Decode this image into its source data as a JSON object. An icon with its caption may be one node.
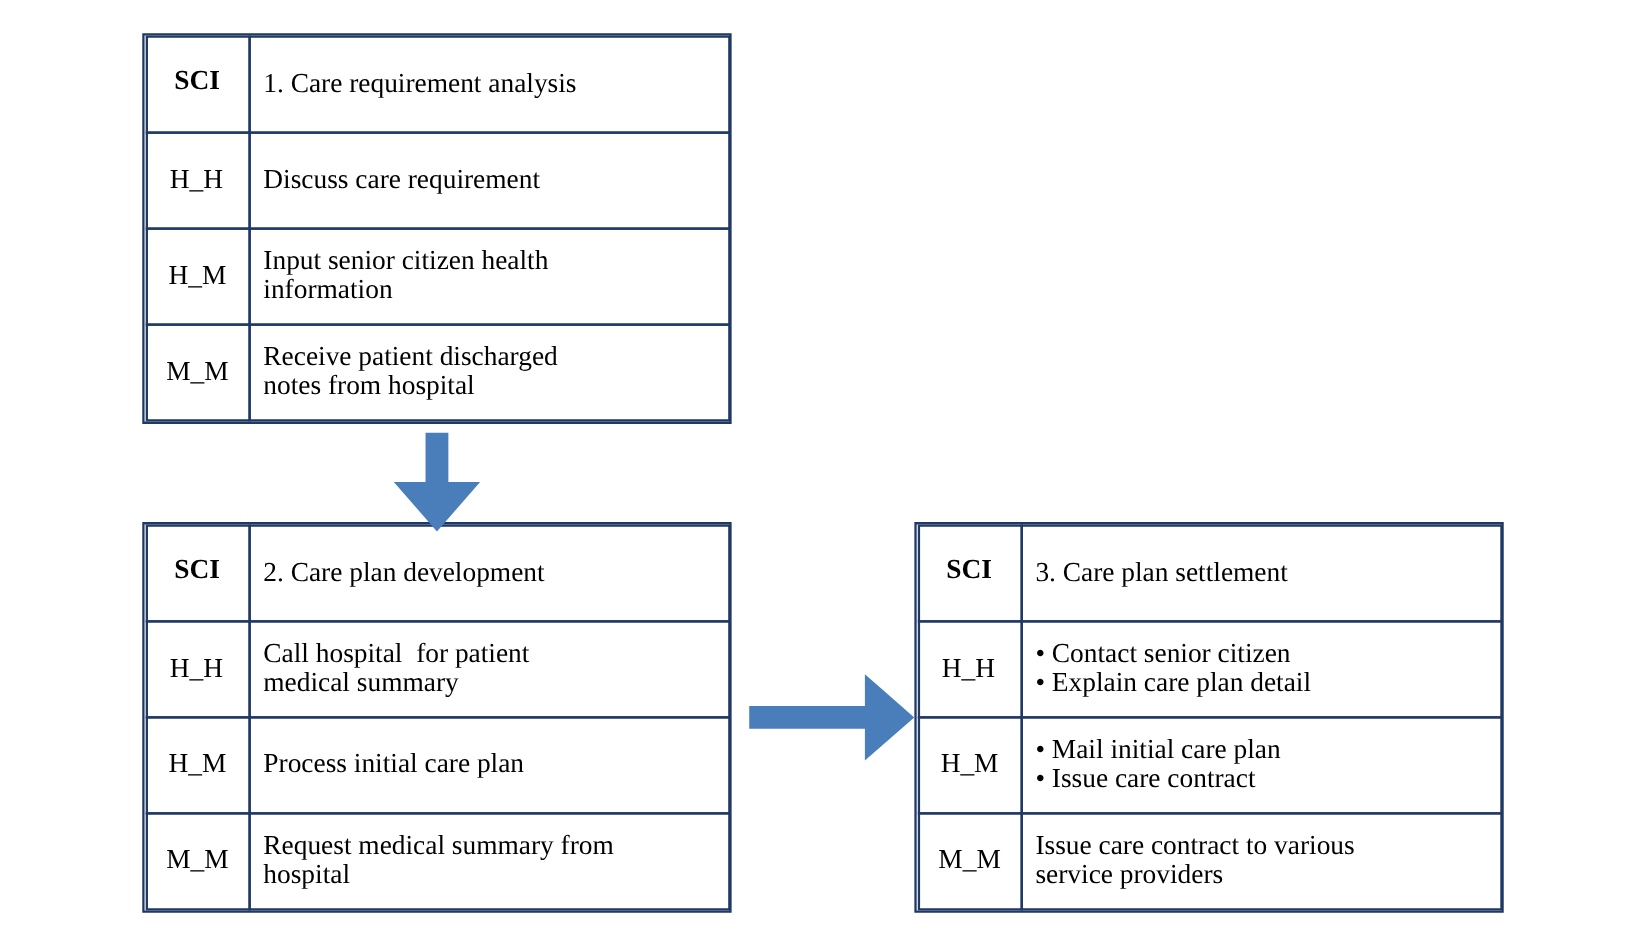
{
  "diagram": {
    "nodes": [
      {
        "text": [
          "SCI",
          "1. Care requirement analysis",
          "H_H",
          "Discuss care requirement",
          "H_M",
          "Input senior citizen health information",
          "M_M",
          "Receive patient discharged notes from hospital"
        ]
      },
      {
        "text": [
          "SCI",
          "2. Care plan development",
          "H_H",
          "Call hospital  for patient medical summary",
          "H_M",
          "Process initial care plan",
          "M_M",
          "Request medical summary from hospital"
        ]
      },
      {
        "text": [
          "SCI",
          "3. Care plan settlement",
          "H_H",
          "• Contact senior citizen",
          "• Explain care plan detail",
          "H_M",
          "• Mail initial care plan",
          "• Issue care contract",
          "M_M",
          "Issue care contract to various service providers"
        ]
      }
    ],
    "edges": [
      {
        "from": 0,
        "to": 1,
        "arrow": "to"
      },
      {
        "from": 1,
        "to": 2,
        "arrow": "to"
      }
    ]
  }
}
